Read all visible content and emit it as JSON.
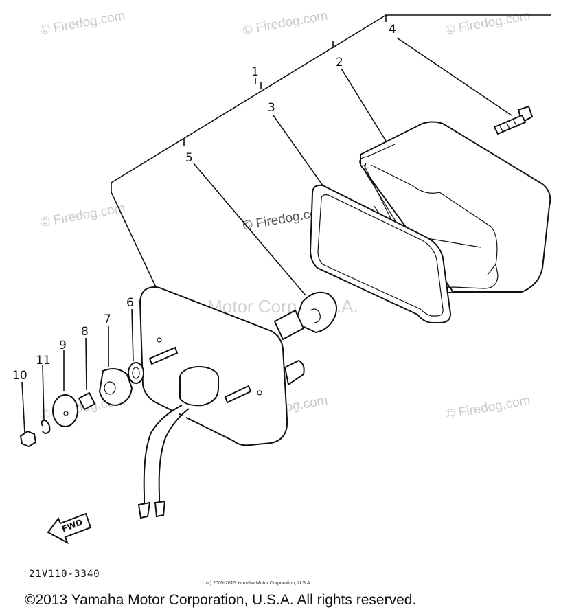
{
  "watermarks": {
    "site": "© Firedog.com",
    "center": "© Firedog.com",
    "manufacturer": "Yamaha Motor Corp. U.S.A."
  },
  "callouts": [
    "1",
    "2",
    "3",
    "4",
    "5",
    "6",
    "7",
    "8",
    "9",
    "10",
    "11"
  ],
  "direction_label": "FWD",
  "part_code": "21V110-3340",
  "small_copyright": "(c) 2005-2015 Yamaha Motor Corporation, U.S.A.",
  "copyright": "©2013 Yamaha Motor Corporation, U.S.A. All rights reserved."
}
